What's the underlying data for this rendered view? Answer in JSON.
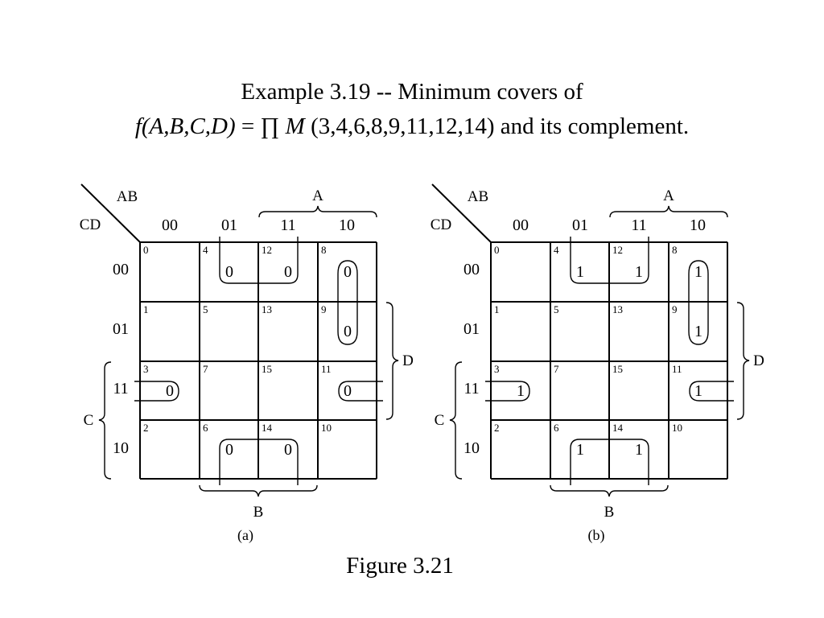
{
  "title": {
    "line1": "Example 3.19 -- Minimum covers of",
    "func": "f(A,B,C,D)",
    "eq": " = ∏ ",
    "m": "M",
    "rest": " (3,4,6,8,9,11,12,14) and its complement."
  },
  "figure_caption": "Figure 3.21",
  "maps": [
    {
      "id": "a",
      "caption": "(a)",
      "row_var_label": "CD",
      "col_var_label": "AB",
      "col_headers": [
        "00",
        "01",
        "11",
        "10"
      ],
      "row_headers": [
        "00",
        "01",
        "11",
        "10"
      ],
      "bracket_A": "A",
      "bracket_B": "B",
      "bracket_C": "C",
      "bracket_D": "D",
      "cell_indices": [
        [
          "0",
          "4",
          "12",
          "8"
        ],
        [
          "1",
          "5",
          "13",
          "9"
        ],
        [
          "3",
          "7",
          "15",
          "11"
        ],
        [
          "2",
          "6",
          "14",
          "10"
        ]
      ],
      "cell_values": [
        [
          "",
          "0",
          "0",
          "0"
        ],
        [
          "",
          "",
          "",
          "0"
        ],
        [
          "0",
          "",
          "",
          "0"
        ],
        [
          "",
          "0",
          "0",
          ""
        ]
      ]
    },
    {
      "id": "b",
      "caption": "(b)",
      "row_var_label": "CD",
      "col_var_label": "AB",
      "col_headers": [
        "00",
        "01",
        "11",
        "10"
      ],
      "row_headers": [
        "00",
        "01",
        "11",
        "10"
      ],
      "bracket_A": "A",
      "bracket_B": "B",
      "bracket_C": "C",
      "bracket_D": "D",
      "cell_indices": [
        [
          "0",
          "4",
          "12",
          "8"
        ],
        [
          "1",
          "5",
          "13",
          "9"
        ],
        [
          "3",
          "7",
          "15",
          "11"
        ],
        [
          "2",
          "6",
          "14",
          "10"
        ]
      ],
      "cell_values": [
        [
          "",
          "1",
          "1",
          "1"
        ],
        [
          "",
          "",
          "",
          "1"
        ],
        [
          "1",
          "",
          "",
          "1"
        ],
        [
          "",
          "1",
          "1",
          ""
        ]
      ]
    }
  ]
}
